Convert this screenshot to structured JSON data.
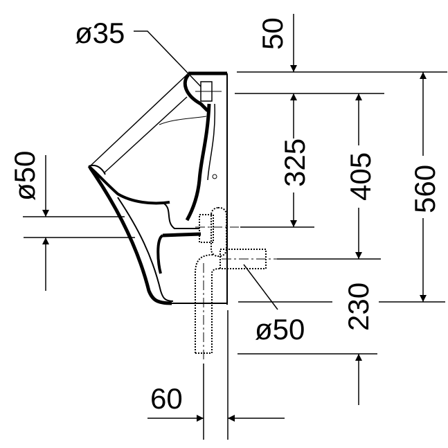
{
  "drawing": {
    "title": "Urinal side view dimension drawing",
    "line_color": "#000000",
    "background": "#ffffff",
    "dimensions": {
      "supply_diameter": "ø35",
      "outlet_diameter_left": "ø50",
      "outlet_diameter_right": "ø50",
      "top_offset": "50",
      "inlet_height": "325",
      "outlet_height": "405",
      "total_height": "560",
      "bottom_to_floor_ref": "230",
      "wall_offset": "60"
    }
  }
}
